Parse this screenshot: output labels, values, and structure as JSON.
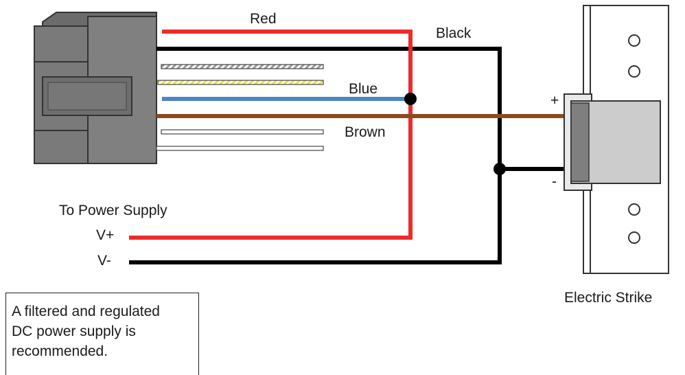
{
  "wires": {
    "red": {
      "label": "Red",
      "color": "#ee2a2a"
    },
    "black": {
      "label": "Black",
      "color": "#000000"
    },
    "blue": {
      "label": "Blue",
      "color": "#4a86c8"
    },
    "brown": {
      "label": "Brown",
      "color": "#8b4a1c"
    }
  },
  "strike": {
    "label": "Electric Strike",
    "plus": "+",
    "minus": "-"
  },
  "power": {
    "title": "To Power Supply",
    "vplus": "V+",
    "vminus": "V-"
  },
  "note": {
    "lines": [
      "A filtered and regulated",
      "DC power supply is",
      "recommended."
    ]
  },
  "colors": {
    "connector_dark": "#6b6b6b",
    "connector_mid": "#808080",
    "strike_plate": "#e9e9e9",
    "strike_light": "#cccccc",
    "strike_dark": "#7f7f7f",
    "stripe_yellow": "#e8e43a"
  }
}
